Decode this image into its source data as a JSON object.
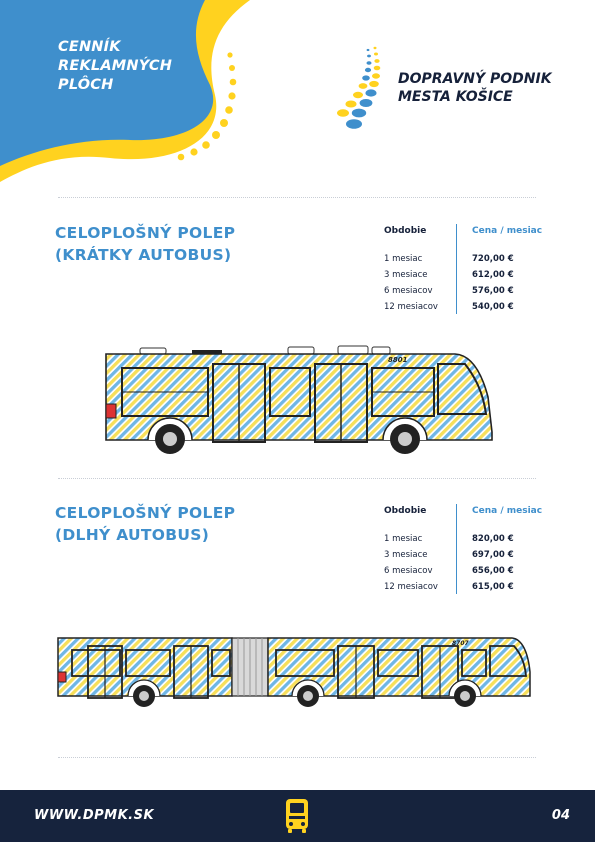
{
  "header": {
    "title_lines": [
      "CENNÍK",
      "REKLAMNÝCH",
      "PLÔCH"
    ],
    "logo_lines": [
      "DOPRAVNÝ PODNIK",
      "MESTA KOŠICE"
    ]
  },
  "colors": {
    "blue": "#3f8fcc",
    "yellow": "#ffd21f",
    "navy": "#16233d"
  },
  "sections": [
    {
      "title_lines": [
        "CELOPLOŠNÝ POLEP",
        "(KRÁTKY AUTOBUS)"
      ],
      "period_header": "Obdobie",
      "price_header": "Cena / mesiac",
      "rows": [
        {
          "period": "1 mesiac",
          "price": "720,00 €"
        },
        {
          "period": "3 mesiace",
          "price": "612,00 €"
        },
        {
          "period": "6 mesiacov",
          "price": "576,00 €"
        },
        {
          "period": "12 mesiacov",
          "price": "540,00 €"
        }
      ],
      "bus_number": "8801"
    },
    {
      "title_lines": [
        "CELOPLOŠNÝ POLEP",
        "(DLHÝ AUTOBUS)"
      ],
      "period_header": "Obdobie",
      "price_header": "Cena / mesiac",
      "rows": [
        {
          "period": "1 mesiac",
          "price": "820,00 €"
        },
        {
          "period": "3 mesiace",
          "price": "697,00 €"
        },
        {
          "period": "6 mesiacov",
          "price": "656,00 €"
        },
        {
          "period": "12 mesiacov",
          "price": "615,00 €"
        }
      ],
      "bus_number": "8707"
    }
  ],
  "footer": {
    "url": "WWW.DPMK.SK",
    "page": "04",
    "icon": "bus-icon"
  }
}
